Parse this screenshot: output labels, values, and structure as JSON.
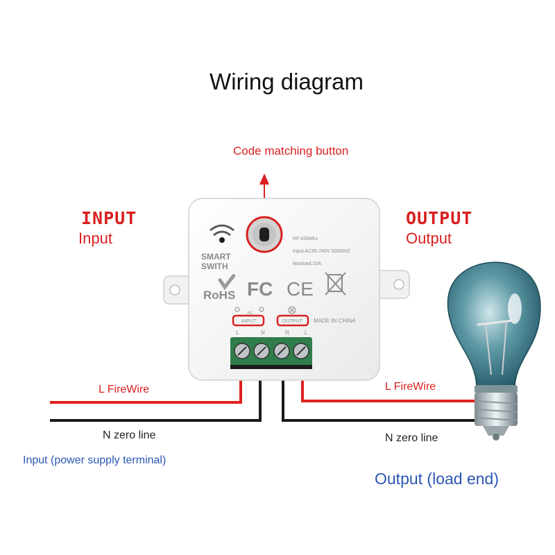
{
  "title": "Wiring diagram",
  "callout": {
    "code_button": "Code matching button"
  },
  "input": {
    "heading": "INPUT",
    "sub": "Input"
  },
  "output": {
    "heading": "OUTPUT",
    "sub": "Output"
  },
  "device": {
    "brand_line1": "SMART",
    "brand_line2": "SWITH",
    "rf": "RF:433Mhz",
    "input_spec": "Input:AC85-240V 50/60HZ",
    "maxload": "Maxload:10A",
    "rohs": "RoHS",
    "fc": "FC",
    "ce": "CE",
    "ac": "AC",
    "input_tag": "INPUT",
    "output_tag": "OUTPUT",
    "made_in": "MADE IN CHINA",
    "term_l1": "L",
    "term_n1": "N",
    "term_n2": "N",
    "term_l2": "L"
  },
  "wires": {
    "left_l": "L FireWire",
    "left_n": "N zero line",
    "right_l": "L FireWire",
    "right_n": "N zero line"
  },
  "footer": {
    "input_note": "Input (power supply terminal)",
    "output_note": "Output (load end)"
  },
  "colors": {
    "accent_red": "#d91f1f",
    "note_blue": "#2b56b3",
    "terminal_green": "#2f7d4a"
  }
}
